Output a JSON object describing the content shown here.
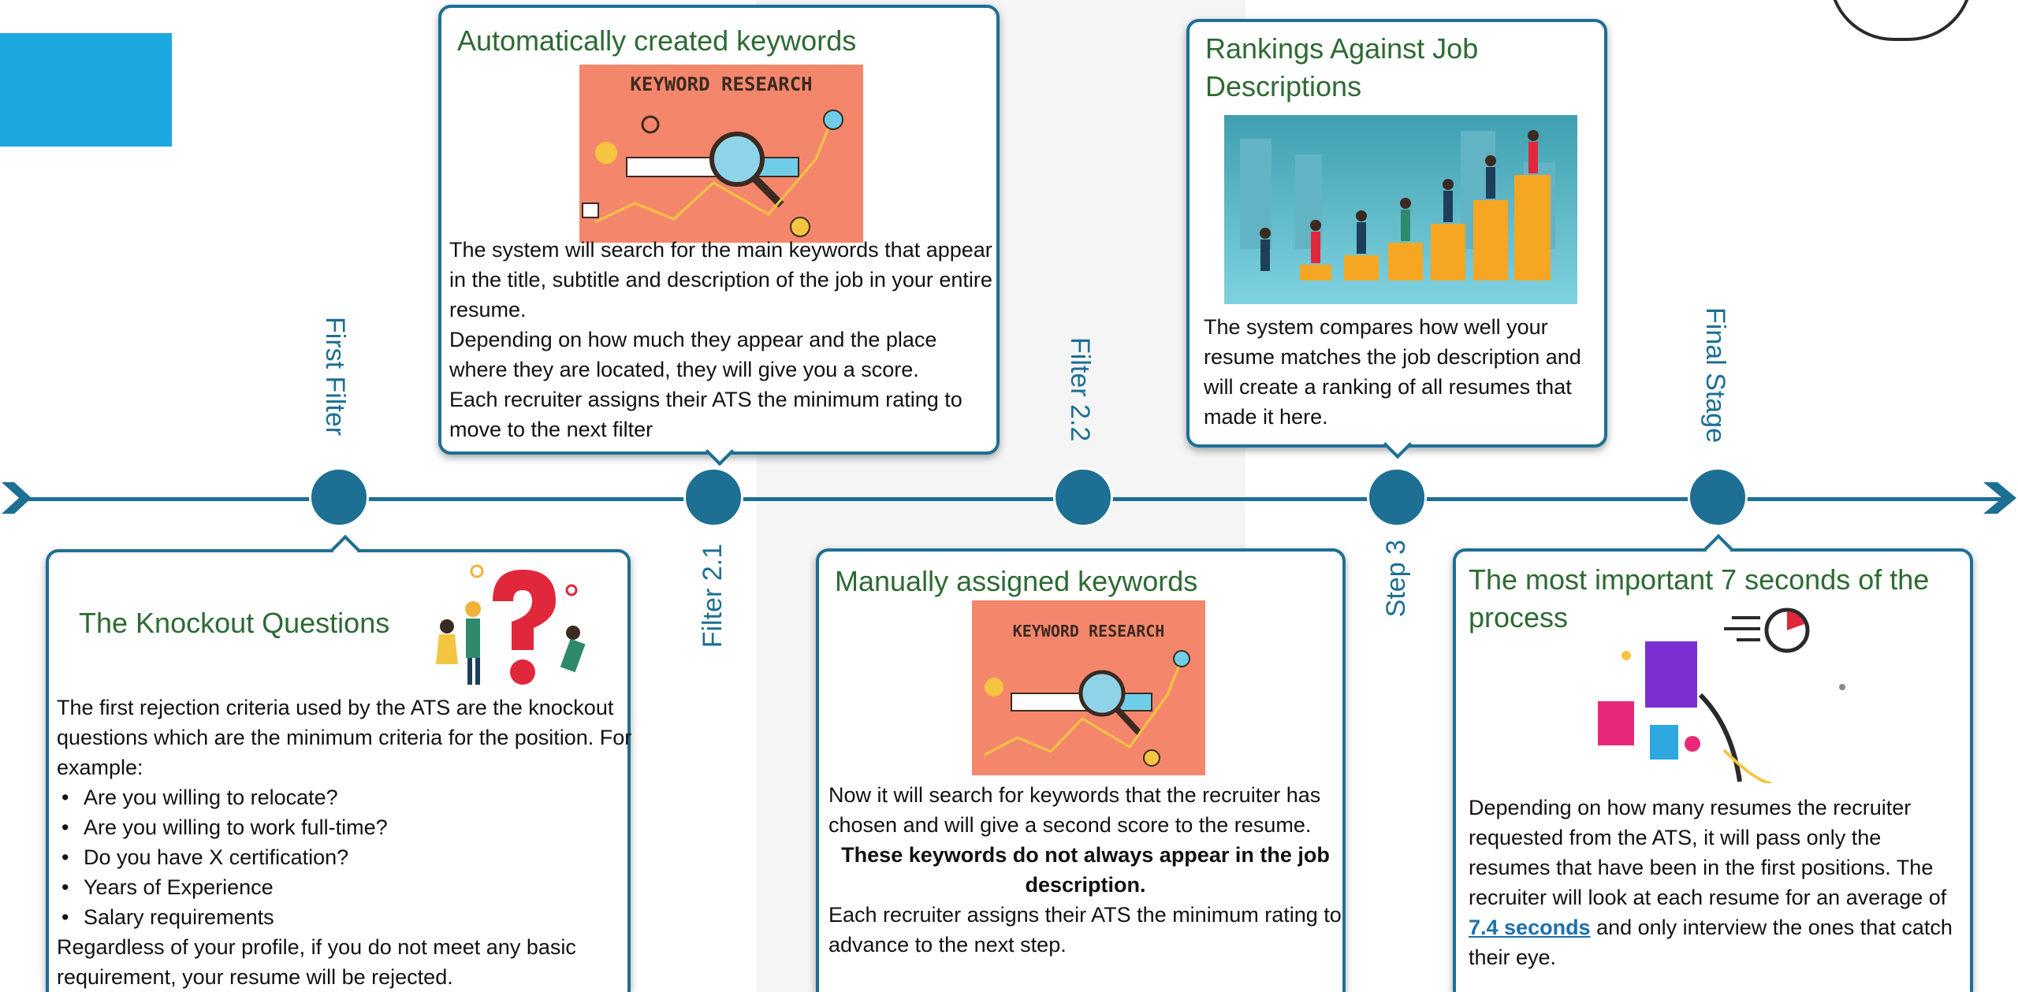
{
  "stages": {
    "first_filter": "First Filter",
    "filter_2_1": "Filter 2.1",
    "filter_2_2": "Filter 2.2",
    "step_3": "Step 3",
    "final_stage": "Final Stage"
  },
  "card_knockout": {
    "title": "The Knockout Questions",
    "intro": "The first rejection criteria used by the ATS are the knockout questions which are the minimum criteria for the position. For example:",
    "bullets": [
      "Are you willing to relocate?",
      "Are you willing to work full-time?",
      "Do you have X certification?",
      "Years of Experience",
      "Salary requirements"
    ],
    "outro": "Regardless of your profile, if you do not meet any basic requirement, your resume will be rejected."
  },
  "card_auto_keywords": {
    "title": "Automatically created keywords",
    "image_caption": "KEYWORD RESEARCH",
    "text1": "The system will search for the main keywords that appear in the title, subtitle and description of the job in your entire resume.",
    "text2": "Depending on how much they appear and the place where they are located, they will give you a score.",
    "text3": "Each recruiter assigns their ATS the minimum rating to move to the next filter"
  },
  "card_manual_keywords": {
    "title": "Manually assigned keywords",
    "image_caption": "KEYWORD RESEARCH",
    "text1": "Now it will search for keywords that the recruiter has chosen and will give a second score to the resume.",
    "bold": "These keywords do not always appear in the job description.",
    "text2": "Each recruiter assigns their ATS the minimum rating to advance to the next step."
  },
  "card_rankings": {
    "title": "Rankings Against Job Descriptions",
    "text": "The system compares how well your resume matches the job description and will create a ranking of all resumes that made it here."
  },
  "card_seconds": {
    "title": "The most important 7 seconds of the process",
    "text_before": "Depending on how many resumes the recruiter requested from the ATS, it will pass only the resumes that have been in the first positions. The recruiter will look at each resume for an average of",
    "link": "7.4 seconds",
    "text_after": "and only interview the ones that catch their eye."
  },
  "colors": {
    "timeline": "#1d6f93",
    "title_green": "#2d6a33",
    "accent_blue": "#1ba8e0",
    "keyword_bg": "#f4876b",
    "link": "#1b6fae"
  }
}
